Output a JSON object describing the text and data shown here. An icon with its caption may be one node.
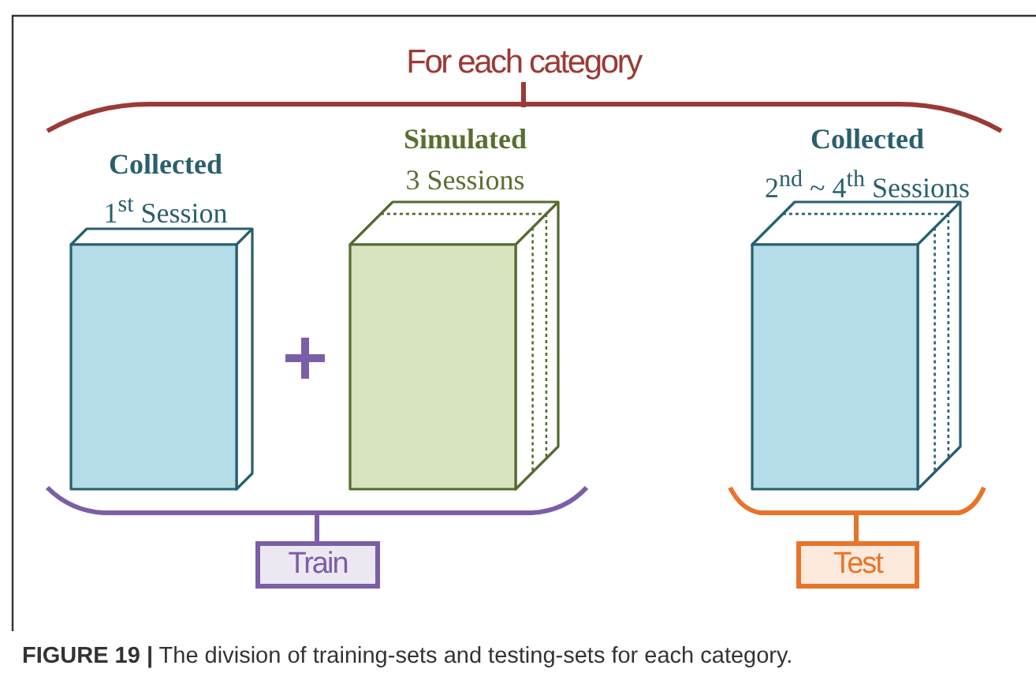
{
  "diagram": {
    "title": "For each category",
    "caption": "**FIGURE 19 |** The division of training-sets and testing-sets for each category.",
    "nodes": [
      {
        "text": [
          "Collected",
          "1$^{st}$ Session"
        ]
      },
      {
        "text": [
          "Simulated",
          "3 Sessions"
        ]
      },
      {
        "text": [
          "Collected",
          "2$^{nd}$ ~ 4$^{th}$ Sessions"
        ]
      },
      {
        "text": [
          "Train"
        ]
      },
      {
        "text": [
          "Test"
        ]
      }
    ]
  }
}
